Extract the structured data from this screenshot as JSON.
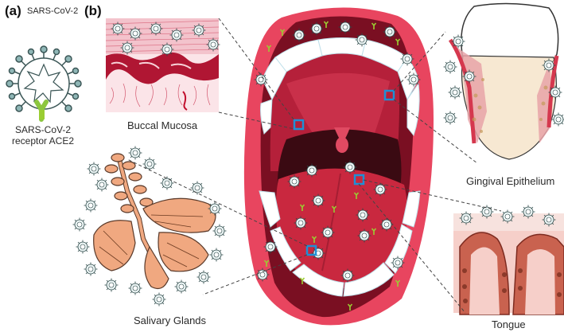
{
  "panels": {
    "a": "(a)",
    "b": "(b)"
  },
  "legend": {
    "virus_label": "SARS-CoV-2",
    "receptor_line1": "SARS-CoV-2",
    "receptor_line2": "receptor ACE2"
  },
  "labels": {
    "buccal_mucosa": "Buccal Mucosa",
    "gingival_epithelium": "Gingival Epithelium",
    "salivary_glands": "Salivary Glands",
    "tongue": "Tongue"
  },
  "colors": {
    "lips": "#e8455f",
    "mouth_dark": "#7a0f22",
    "tongue": "#c9283f",
    "tooth": "#ffffff",
    "gum": "#f06a7e",
    "marker": "#1e90d6",
    "receptor": "#9acd32",
    "gland": "#f0a880"
  }
}
